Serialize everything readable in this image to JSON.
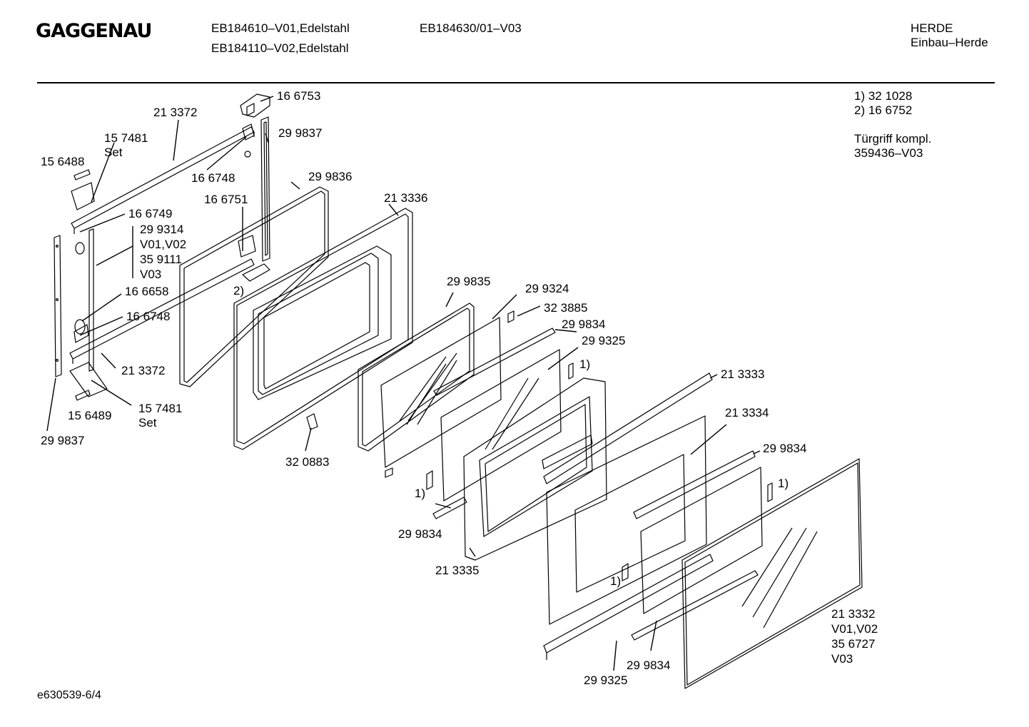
{
  "header": {
    "brand": "GAGGENAU",
    "model_line1": "EB184610–V01,Edelstahl",
    "model_line2": "EB184110–V02,Edelstahl",
    "model_line3": "EB184630/01–V03",
    "category": "HERDE",
    "subcategory": "Einbau–Herde"
  },
  "notes": {
    "n1": "1) 32 1028",
    "n2": "2) 16 6752",
    "handle_title": "Türgriff kompl.",
    "handle_part": "359436–V03"
  },
  "parts": {
    "p166753": "16 6753",
    "p213372a": "21 3372",
    "p299837a": "29 9837",
    "p157481a": "15 7481",
    "set_a": "Set",
    "p156488": "15 6488",
    "p166748a": "16 6748",
    "p299836": "29 9836",
    "p166751": "16 6751",
    "p213336": "21 3336",
    "p166749": "16 6749",
    "p299314": "29 9314",
    "v0102_a": "V01,V02",
    "p359111": "35 9111",
    "v03_a": "V03",
    "note2": "2)",
    "p166658": "16 6658",
    "p166748b": "16 6748",
    "p213372b": "21 3372",
    "p157481b": "15 7481",
    "set_b": "Set",
    "p156489": "15 6489",
    "p299837b": "29 9837",
    "p299835": "29 9835",
    "p299324": "29 9324",
    "p323885": "32 3885",
    "p299834a": "29 9834",
    "p299325a": "29 9325",
    "note1a": "1)",
    "p320883": "32 0883",
    "p213333": "21 3333",
    "p213334": "21 3334",
    "p299834b": "29 9834",
    "note1b": "1)",
    "p299834c": "29 9834",
    "note1c": "1)",
    "p213335": "21 3335",
    "note1d": "1)",
    "p213332": "21 3332",
    "v0102_b": "V01,V02",
    "p356727": "35 6727",
    "v03_b": "V03",
    "p299834d": "29 9834",
    "p299325b": "29 9325"
  },
  "footer": {
    "doc_id": "e630539-6/4"
  }
}
